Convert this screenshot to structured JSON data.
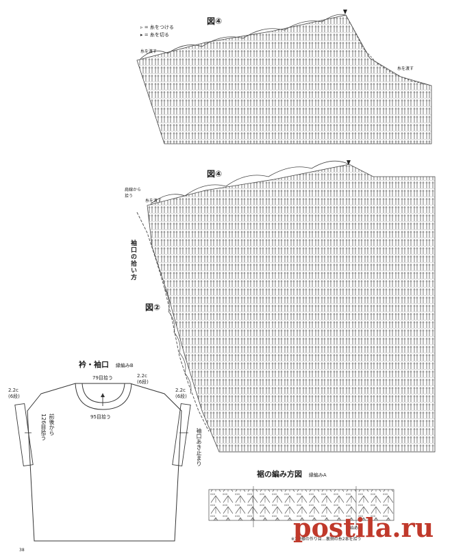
{
  "legend": {
    "attach": "= 糸をつける",
    "cut": "= 糸を切る"
  },
  "top_chart": {
    "label": "図④",
    "pass_yarn_left": "糸を渡す",
    "pass_yarn_right": "糸を渡す"
  },
  "mid_chart": {
    "label": "図④",
    "pick_from_shoulder": "肩線から\n拾う",
    "pass_yarn": "糸を渡す",
    "sleeve_pickup": "袖口の拾い方",
    "figure2": "図②",
    "opening_stop": "袖口あき止まり"
  },
  "garment": {
    "title": "衿・袖口",
    "subtitle": "縁編みB",
    "collar_top": "79目拾う",
    "collar_bottom": "95目拾う",
    "left_dim": "2.2c",
    "left_rows": "(6段)",
    "collar_dim": "2.2c",
    "collar_rows": "(6段)",
    "right_dim": "2.2c",
    "right_rows": "(6段)",
    "sleeve_pick": "126目拾う",
    "sleeve_from": "前後から"
  },
  "hem": {
    "title": "裾の編み方図",
    "subtitle": "縁編みA",
    "note": "※1模様の作り目…裏側の糸2本を拾う",
    "start": "編始め"
  },
  "footer": {
    "page": "38",
    "watermark": "postila.ru"
  }
}
